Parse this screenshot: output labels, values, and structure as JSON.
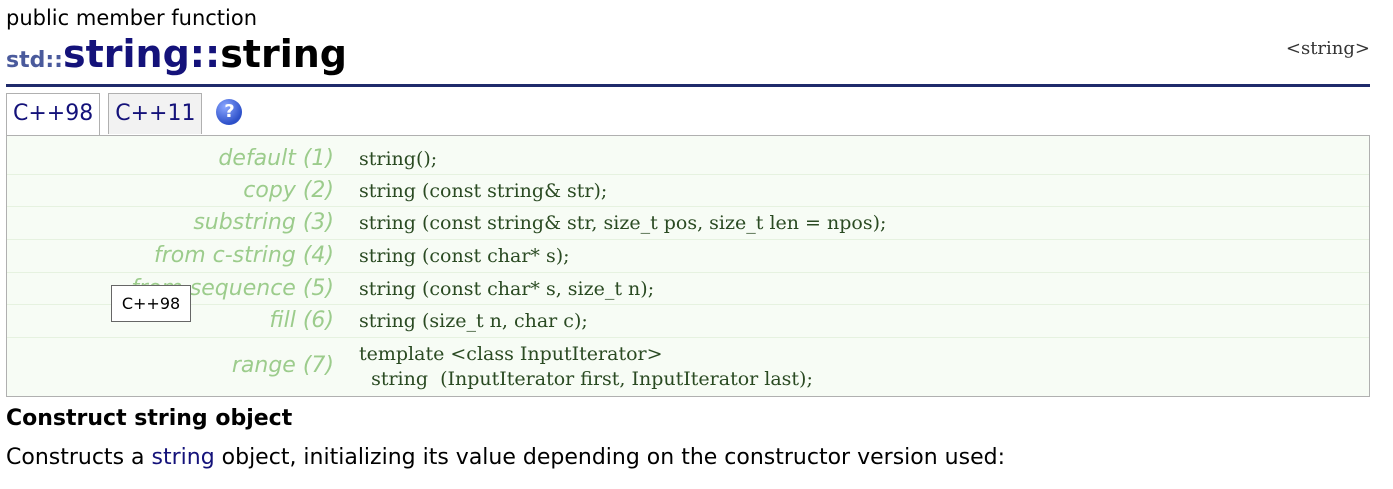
{
  "header": {
    "kind": "public member function",
    "title_ns": "std::",
    "title_class": "string",
    "title_sep": "::",
    "title_fn": "string",
    "library": "<string>"
  },
  "tabs": [
    {
      "label": "C++98",
      "active": true
    },
    {
      "label": "C++11",
      "active": false
    }
  ],
  "help_icon": {
    "glyph": "?"
  },
  "prototypes": [
    {
      "label": "default (1)",
      "code": "string();"
    },
    {
      "label": "copy (2)",
      "code": "string (const string& str);"
    },
    {
      "label": "substring (3)",
      "code": "string (const string& str, size_t pos, size_t len = npos);"
    },
    {
      "label": "from c-string (4)",
      "code": "string (const char* s);"
    },
    {
      "label": "from sequence (5)",
      "code": "string (const char* s, size_t n);"
    },
    {
      "label": "fill (6)",
      "code": "string (size_t n, char c);"
    },
    {
      "label": "range (7)",
      "code_line1": "template <class InputIterator>",
      "code_line2": "  string  (InputIterator first, InputIterator last);"
    }
  ],
  "tooltip": {
    "text": "C++98"
  },
  "section": {
    "title": "Construct string object"
  },
  "description": {
    "before": "Constructs a ",
    "link": "string",
    "after": " object, initializing its value depending on the constructor version used:"
  },
  "colors": {
    "title_class": "#14127a",
    "label_green": "#9ccc8c",
    "code_green": "#2a4a22",
    "box_bg": "#f7fcf5"
  }
}
